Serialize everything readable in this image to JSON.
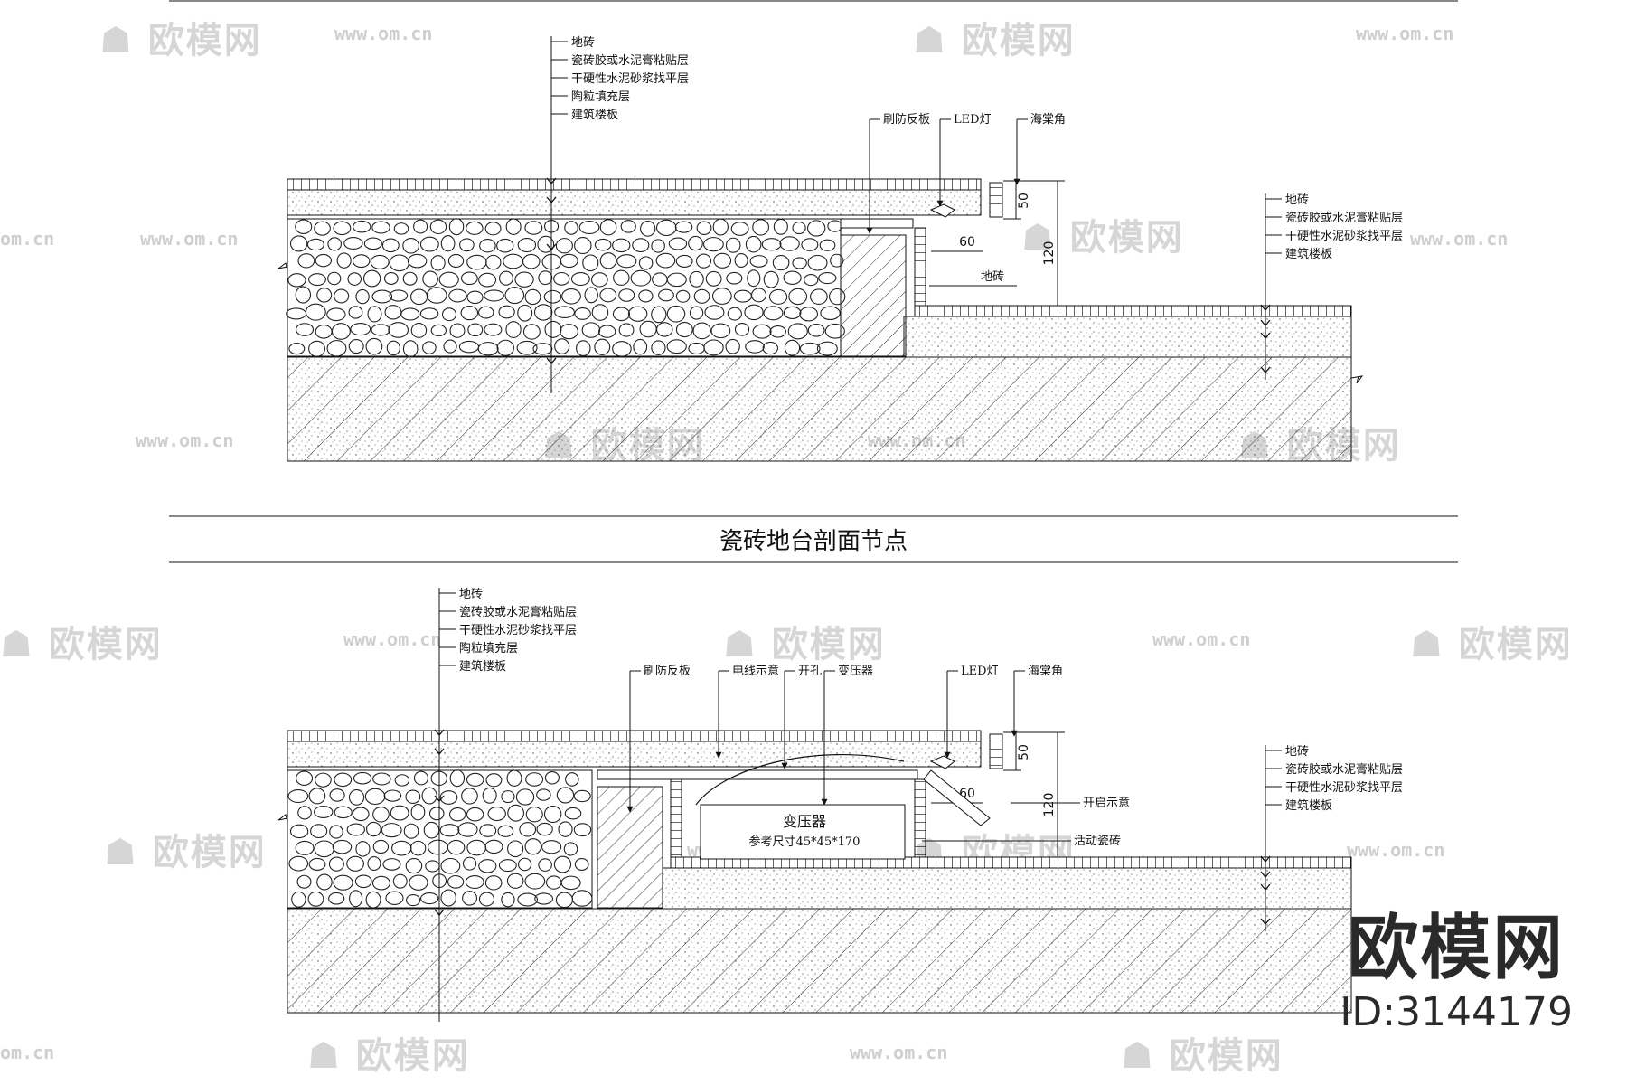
{
  "title": "瓷砖地台剖面节点",
  "brand": {
    "name": "欧模网",
    "id": "ID:3144179"
  },
  "watermark": {
    "text": "欧模网",
    "url": "www.om.cn",
    "url_short": "om.cn"
  },
  "detail_top": {
    "layers_left": [
      "地砖",
      "瓷砖胶或水泥膏粘贴层",
      "干硬性水泥砂浆找平层",
      "陶粒填充层",
      "建筑楼板"
    ],
    "layers_right": [
      "地砖",
      "瓷砖胶或水泥膏粘贴层",
      "干硬性水泥砂浆找平层",
      "建筑楼板"
    ],
    "labels": {
      "wood_board": "刷防反板",
      "led": "LED灯",
      "corner": "海棠角",
      "tile": "地砖"
    },
    "dims": {
      "d50": "50",
      "d120": "120",
      "d60": "60"
    }
  },
  "detail_bottom": {
    "layers_left": [
      "地砖",
      "瓷砖胶或水泥膏粘贴层",
      "干硬性水泥砂浆找平层",
      "陶粒填充层",
      "建筑楼板"
    ],
    "layers_right": [
      "地砖",
      "瓷砖胶或水泥膏粘贴层",
      "干硬性水泥砂浆找平层",
      "建筑楼板"
    ],
    "labels": {
      "wood_board": "刷防反板",
      "cable": "电线示意",
      "hole": "开孔",
      "transformer": "变压器",
      "led": "LED灯",
      "corner": "海棠角",
      "open": "开启示意",
      "movable_tile": "活动瓷砖"
    },
    "box": {
      "name": "变压器",
      "size": "参考尺寸45*45*170"
    },
    "dims": {
      "d50": "50",
      "d120": "120",
      "d60": "60"
    }
  }
}
